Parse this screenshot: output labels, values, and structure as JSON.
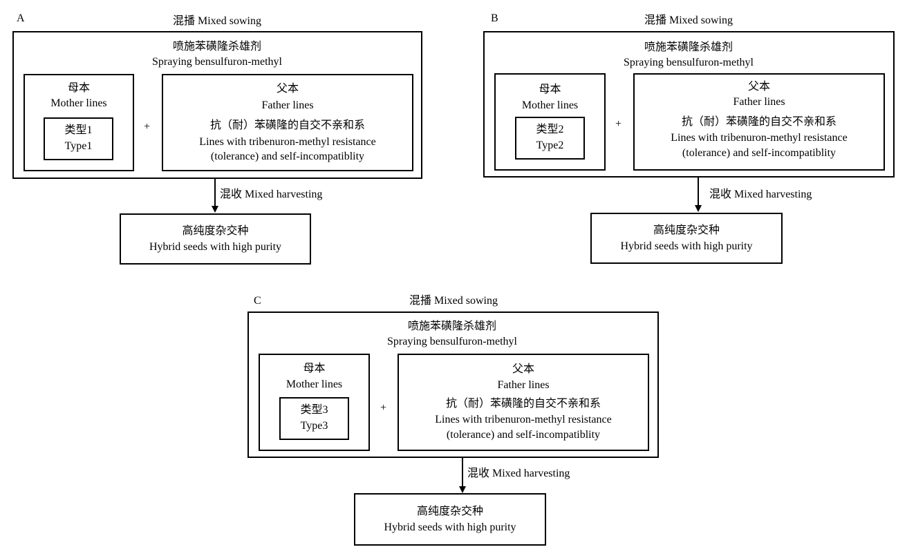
{
  "panels": [
    {
      "letter": "A",
      "mixed_sowing": "混播 Mixed sowing",
      "spray_cn": "喷施苯磺隆杀雄剂",
      "spray_en": "Spraying bensulfuron-methyl",
      "mother_cn": "母本",
      "mother_en": "Mother lines",
      "type_cn": "类型1",
      "type_en": "Type1",
      "plus": "+",
      "father_cn": "父本",
      "father_en": "Father lines",
      "father_desc_cn": "抗（耐）苯磺隆的自交不亲和系",
      "father_desc_en1": "Lines with tribenuron-methyl resistance",
      "father_desc_en2": "(tolerance) and self-incompatiblity",
      "harvest": "混收 Mixed harvesting",
      "hybrid_cn": "高纯度杂交种",
      "hybrid_en": "Hybrid seeds with high purity"
    },
    {
      "letter": "B",
      "mixed_sowing": "混播 Mixed sowing",
      "spray_cn": "喷施苯磺隆杀雄剂",
      "spray_en": "Spraying bensulfuron-methyl",
      "mother_cn": "母本",
      "mother_en": "Mother lines",
      "type_cn": "类型2",
      "type_en": "Type2",
      "plus": "+",
      "father_cn": "父本",
      "father_en": "Father lines",
      "father_desc_cn": "抗（耐）苯磺隆的自交不亲和系",
      "father_desc_en1": "Lines with tribenuron-methyl resistance",
      "father_desc_en2": "(tolerance) and self-incompatiblity",
      "harvest": "混收 Mixed harvesting",
      "hybrid_cn": "高纯度杂交种",
      "hybrid_en": "Hybrid seeds with high purity"
    },
    {
      "letter": "C",
      "mixed_sowing": "混播 Mixed sowing",
      "spray_cn": "喷施苯磺隆杀雄剂",
      "spray_en": "Spraying bensulfuron-methyl",
      "mother_cn": "母本",
      "mother_en": "Mother lines",
      "type_cn": "类型3",
      "type_en": "Type3",
      "plus": "+",
      "father_cn": "父本",
      "father_en": "Father lines",
      "father_desc_cn": "抗（耐）苯磺隆的自交不亲和系",
      "father_desc_en1": "Lines with tribenuron-methyl resistance",
      "father_desc_en2": "(tolerance) and self-incompatiblity",
      "harvest": "混收 Mixed harvesting",
      "hybrid_cn": "高纯度杂交种",
      "hybrid_en": "Hybrid seeds with high purity"
    }
  ]
}
